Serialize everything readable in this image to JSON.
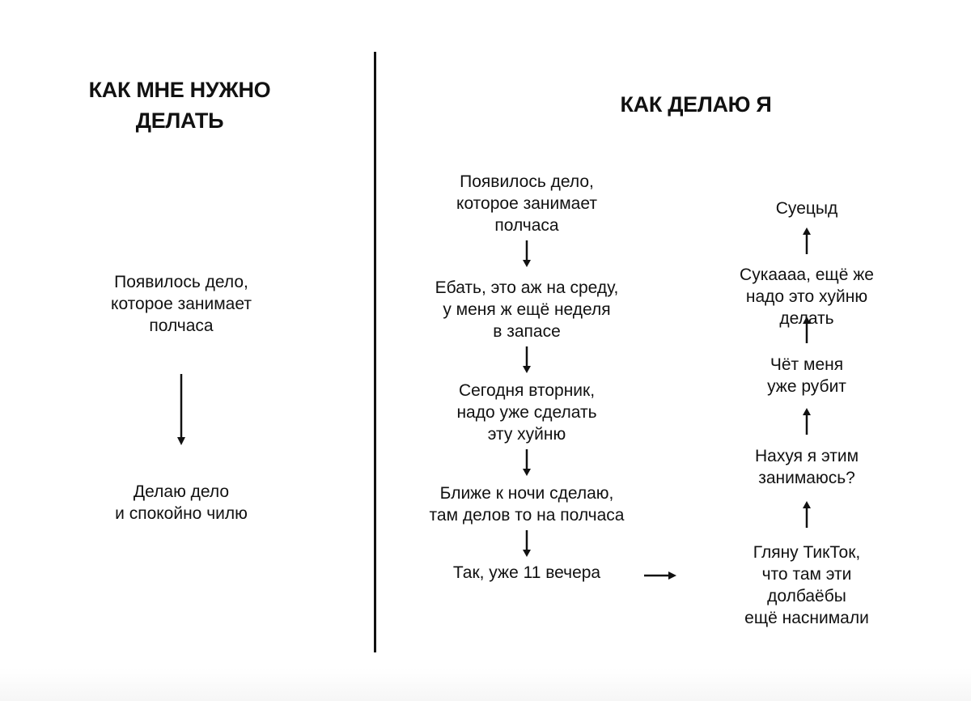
{
  "left": {
    "title": "КАК МНЕ НУЖНО\nДЕЛАТЬ",
    "steps": [
      "Появилось дело,\nкоторое занимает\nполчаса",
      "Делаю дело\nи спокойно чилю"
    ]
  },
  "right": {
    "title": "КАК ДЕЛАЮ Я",
    "steps_down": [
      "Появилось дело,\nкоторое занимает\nполчаса",
      "Ебать, это аж на среду,\nу меня ж ещё неделя\nв запасе",
      "Сегодня вторник,\nнадо уже сделать\nэту хуйню",
      "Ближе к ночи сделаю,\nтам делов то на полчаса",
      "Так, уже 11 вечера"
    ],
    "steps_up": [
      "Гляну ТикТок,\nчто там эти долбаёбы\nещё наснимали",
      "Нахуя я этим\nзанимаюсь?",
      "Чёт меня\nуже рубит",
      "Сукаааа, ещё же\nнадо это хуйню делать",
      "Суецыд"
    ]
  }
}
